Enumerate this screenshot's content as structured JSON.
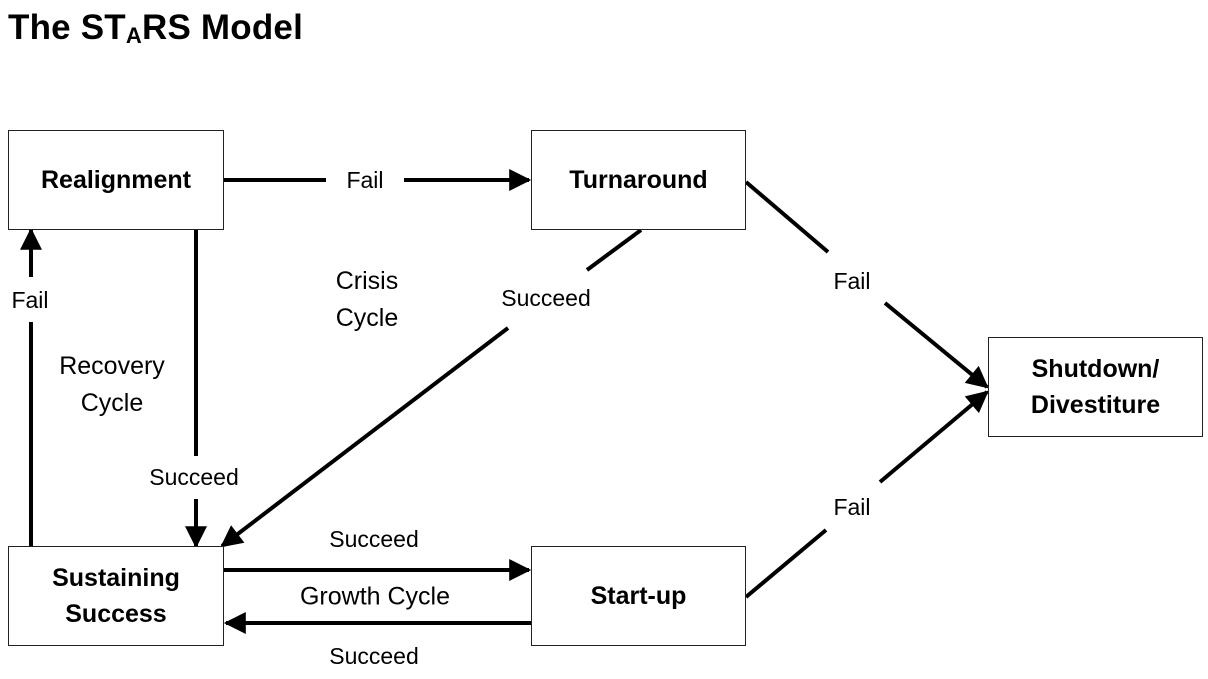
{
  "title": {
    "main_a": "The ST",
    "main_sub": "A",
    "main_b": "RS Model"
  },
  "nodes": {
    "realignment": "Realignment",
    "turnaround": "Turnaround",
    "shutdown": "Shutdown/\nDivestiture",
    "sustaining": "Sustaining\nSuccess",
    "startup": "Start-up"
  },
  "edges": {
    "realign_to_turn": "Fail",
    "turn_to_sustain": "Succeed",
    "turn_to_shutdown": "Fail",
    "sustain_to_realign": "Fail",
    "realign_to_sustain": "Succeed",
    "sustain_to_startup": "Succeed",
    "startup_to_sustain": "Succeed",
    "startup_to_shutdown": "Fail"
  },
  "cycles": {
    "crisis": "Crisis\nCycle",
    "recovery": "Recovery\nCycle",
    "growth": "Growth Cycle"
  }
}
